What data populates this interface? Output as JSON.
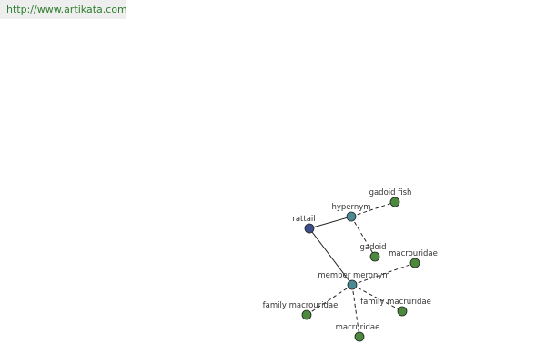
{
  "header": {
    "url": "http://www.artikata.com",
    "url_color": "#2e7d2e",
    "bar_color": "#eeeeee"
  },
  "graph": {
    "colors": {
      "root": "#3a4f8c",
      "relation": "#4b8a93",
      "leaf": "#4b8a3c",
      "edge": "#222222"
    },
    "nodes": [
      {
        "id": "rattail",
        "label": "rattail",
        "kind": "root"
      },
      {
        "id": "hypernym",
        "label": "hypernym",
        "kind": "relation"
      },
      {
        "id": "member-meronym",
        "label": "member meronym",
        "kind": "relation"
      },
      {
        "id": "gadoid-fish",
        "label": "gadoid fish",
        "kind": "leaf"
      },
      {
        "id": "gadoid",
        "label": "gadoid",
        "kind": "leaf"
      },
      {
        "id": "macrouridae",
        "label": "macrouridae",
        "kind": "leaf"
      },
      {
        "id": "family-macrouridae",
        "label": "family macrouridae",
        "kind": "leaf"
      },
      {
        "id": "family-macruridae",
        "label": "family macruridae",
        "kind": "leaf"
      },
      {
        "id": "macruridae",
        "label": "macruridae",
        "kind": "leaf"
      }
    ],
    "edges": [
      {
        "from": "rattail",
        "to": "hypernym",
        "style": "solid"
      },
      {
        "from": "rattail",
        "to": "member-meronym",
        "style": "solid"
      },
      {
        "from": "hypernym",
        "to": "gadoid-fish",
        "style": "dashed"
      },
      {
        "from": "hypernym",
        "to": "gadoid",
        "style": "dashed"
      },
      {
        "from": "member-meronym",
        "to": "macrouridae",
        "style": "dashed"
      },
      {
        "from": "member-meronym",
        "to": "family-macrouridae",
        "style": "dashed"
      },
      {
        "from": "member-meronym",
        "to": "family-macruridae",
        "style": "dashed"
      },
      {
        "from": "member-meronym",
        "to": "macruridae",
        "style": "dashed"
      }
    ]
  }
}
